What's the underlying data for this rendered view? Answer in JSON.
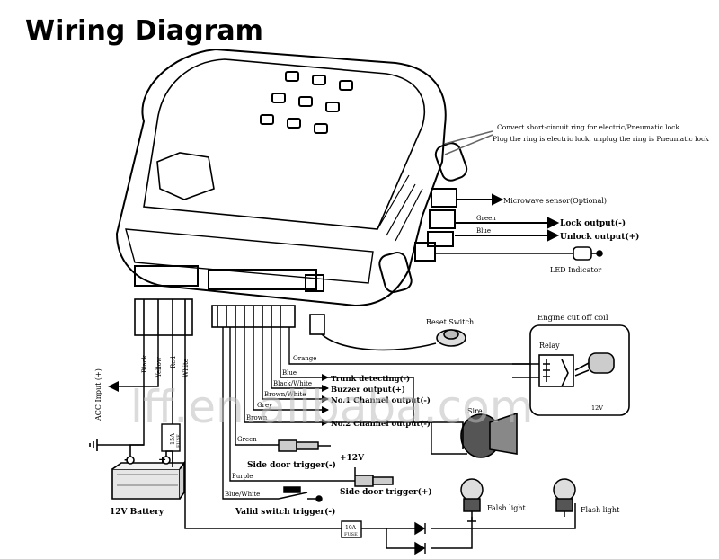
{
  "title": "Wiring Diagram",
  "pneumatic_note": {
    "line1": "Convert short-circuit ring for electric/Pneumatic lock",
    "line2": "Plug the ring is electric lock, unplug the ring is Pneumatic lock"
  },
  "right_outputs": {
    "microwave": "Microwave sensor(Optional)",
    "green": "Green",
    "blue": "Blue",
    "lock": "Lock output(-)",
    "unlock": "Unlock output(+)",
    "led": "LED Indicator"
  },
  "reset_switch": "Reset Switch",
  "engine_cut": {
    "title": "Engine cut off coil",
    "relay": "Relay",
    "voltage": "12V"
  },
  "siren_label": "Sire",
  "harness_wires": {
    "orange": "Orange",
    "blue": "Blue",
    "black_white": "Black/White",
    "brown_white": "Brown/White",
    "grey": "Grey",
    "brown": "Brown",
    "green": "Green",
    "purple": "Purple",
    "blue_white": "Blue/White"
  },
  "harness_outputs": {
    "trunk": "Trunk detecting(-)",
    "buzzer": "Buzzer output(+)",
    "no1": "No.1 Channel output(-)",
    "no2": "No.2 Channel output(-)"
  },
  "power_wires": {
    "black": "Black",
    "yellow": "Yellow",
    "red": "Red",
    "white": "White"
  },
  "acc_input": "ACC Input (+)",
  "fuse_15a": "15A",
  "fuse_10a": "10A",
  "fuse_word": "FUSE",
  "battery": "12V Battery",
  "battery_minus": "-",
  "battery_plus": "+",
  "side_trigger_neg": "Side door trigger(-)",
  "plus12v": "+12V",
  "side_trigger_pos": "Side door trigger(+)",
  "valid_switch": "Valid switch trigger(-)",
  "flash_left": "Falsh light",
  "flash_right": "Flash light",
  "watermark": "lff.en.alibaba.com"
}
